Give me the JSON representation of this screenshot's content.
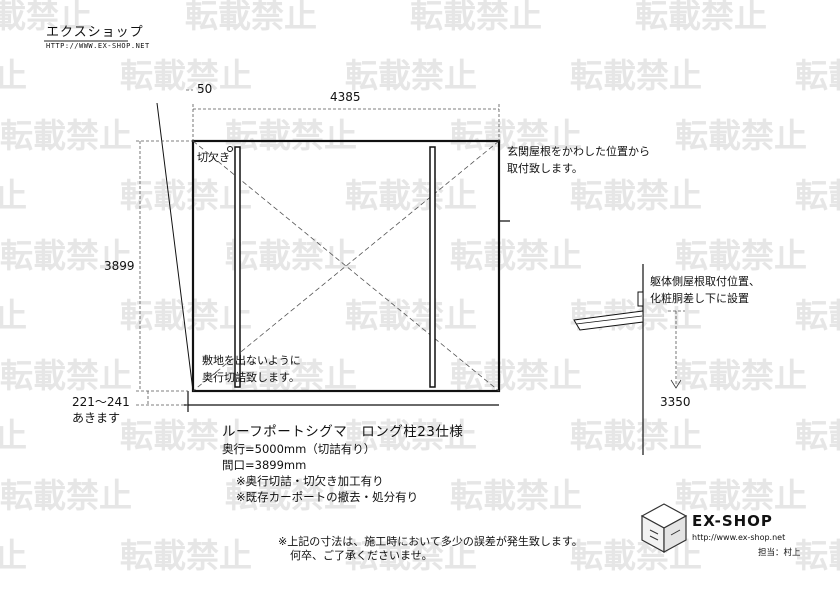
{
  "watermark": {
    "text": "転載禁止"
  },
  "shop": {
    "name": "エクスショップ",
    "url": "HTTP://WWW.EX-SHOP.NET"
  },
  "dimensions": {
    "top_small": "50",
    "top_width": "4385",
    "left_height": "3899",
    "bottom_gap": "221～241",
    "bottom_gap_note": "あきます",
    "right_height": "3350"
  },
  "notes": {
    "notch": "切欠き",
    "entrance_1": "玄関屋根をかわした位置から",
    "entrance_2": "取付致します。",
    "body_1": "躯体側屋根取付位置、",
    "body_2": "化粧胴差し下に設置",
    "ground_1": "敷地を出ないように",
    "ground_2": "奥行切詰致します。"
  },
  "product": {
    "title": "ルーフポートシグマ　ロング柱23仕様",
    "depth": "奥行=5000mm（切詰有り）",
    "width": "間口=3899mm",
    "note1": "※奥行切詰・切欠き加工有り",
    "note2": "※既存カーポートの撤去・処分有り"
  },
  "footer": {
    "line1": "※上記の寸法は、施工時において多少の誤差が発生致します。",
    "line2": "何卒、ご了承くださいませ。"
  },
  "brand": {
    "name": "EX-SHOP",
    "url": "http://www.ex-shop.net",
    "staff": "担当：村上"
  }
}
